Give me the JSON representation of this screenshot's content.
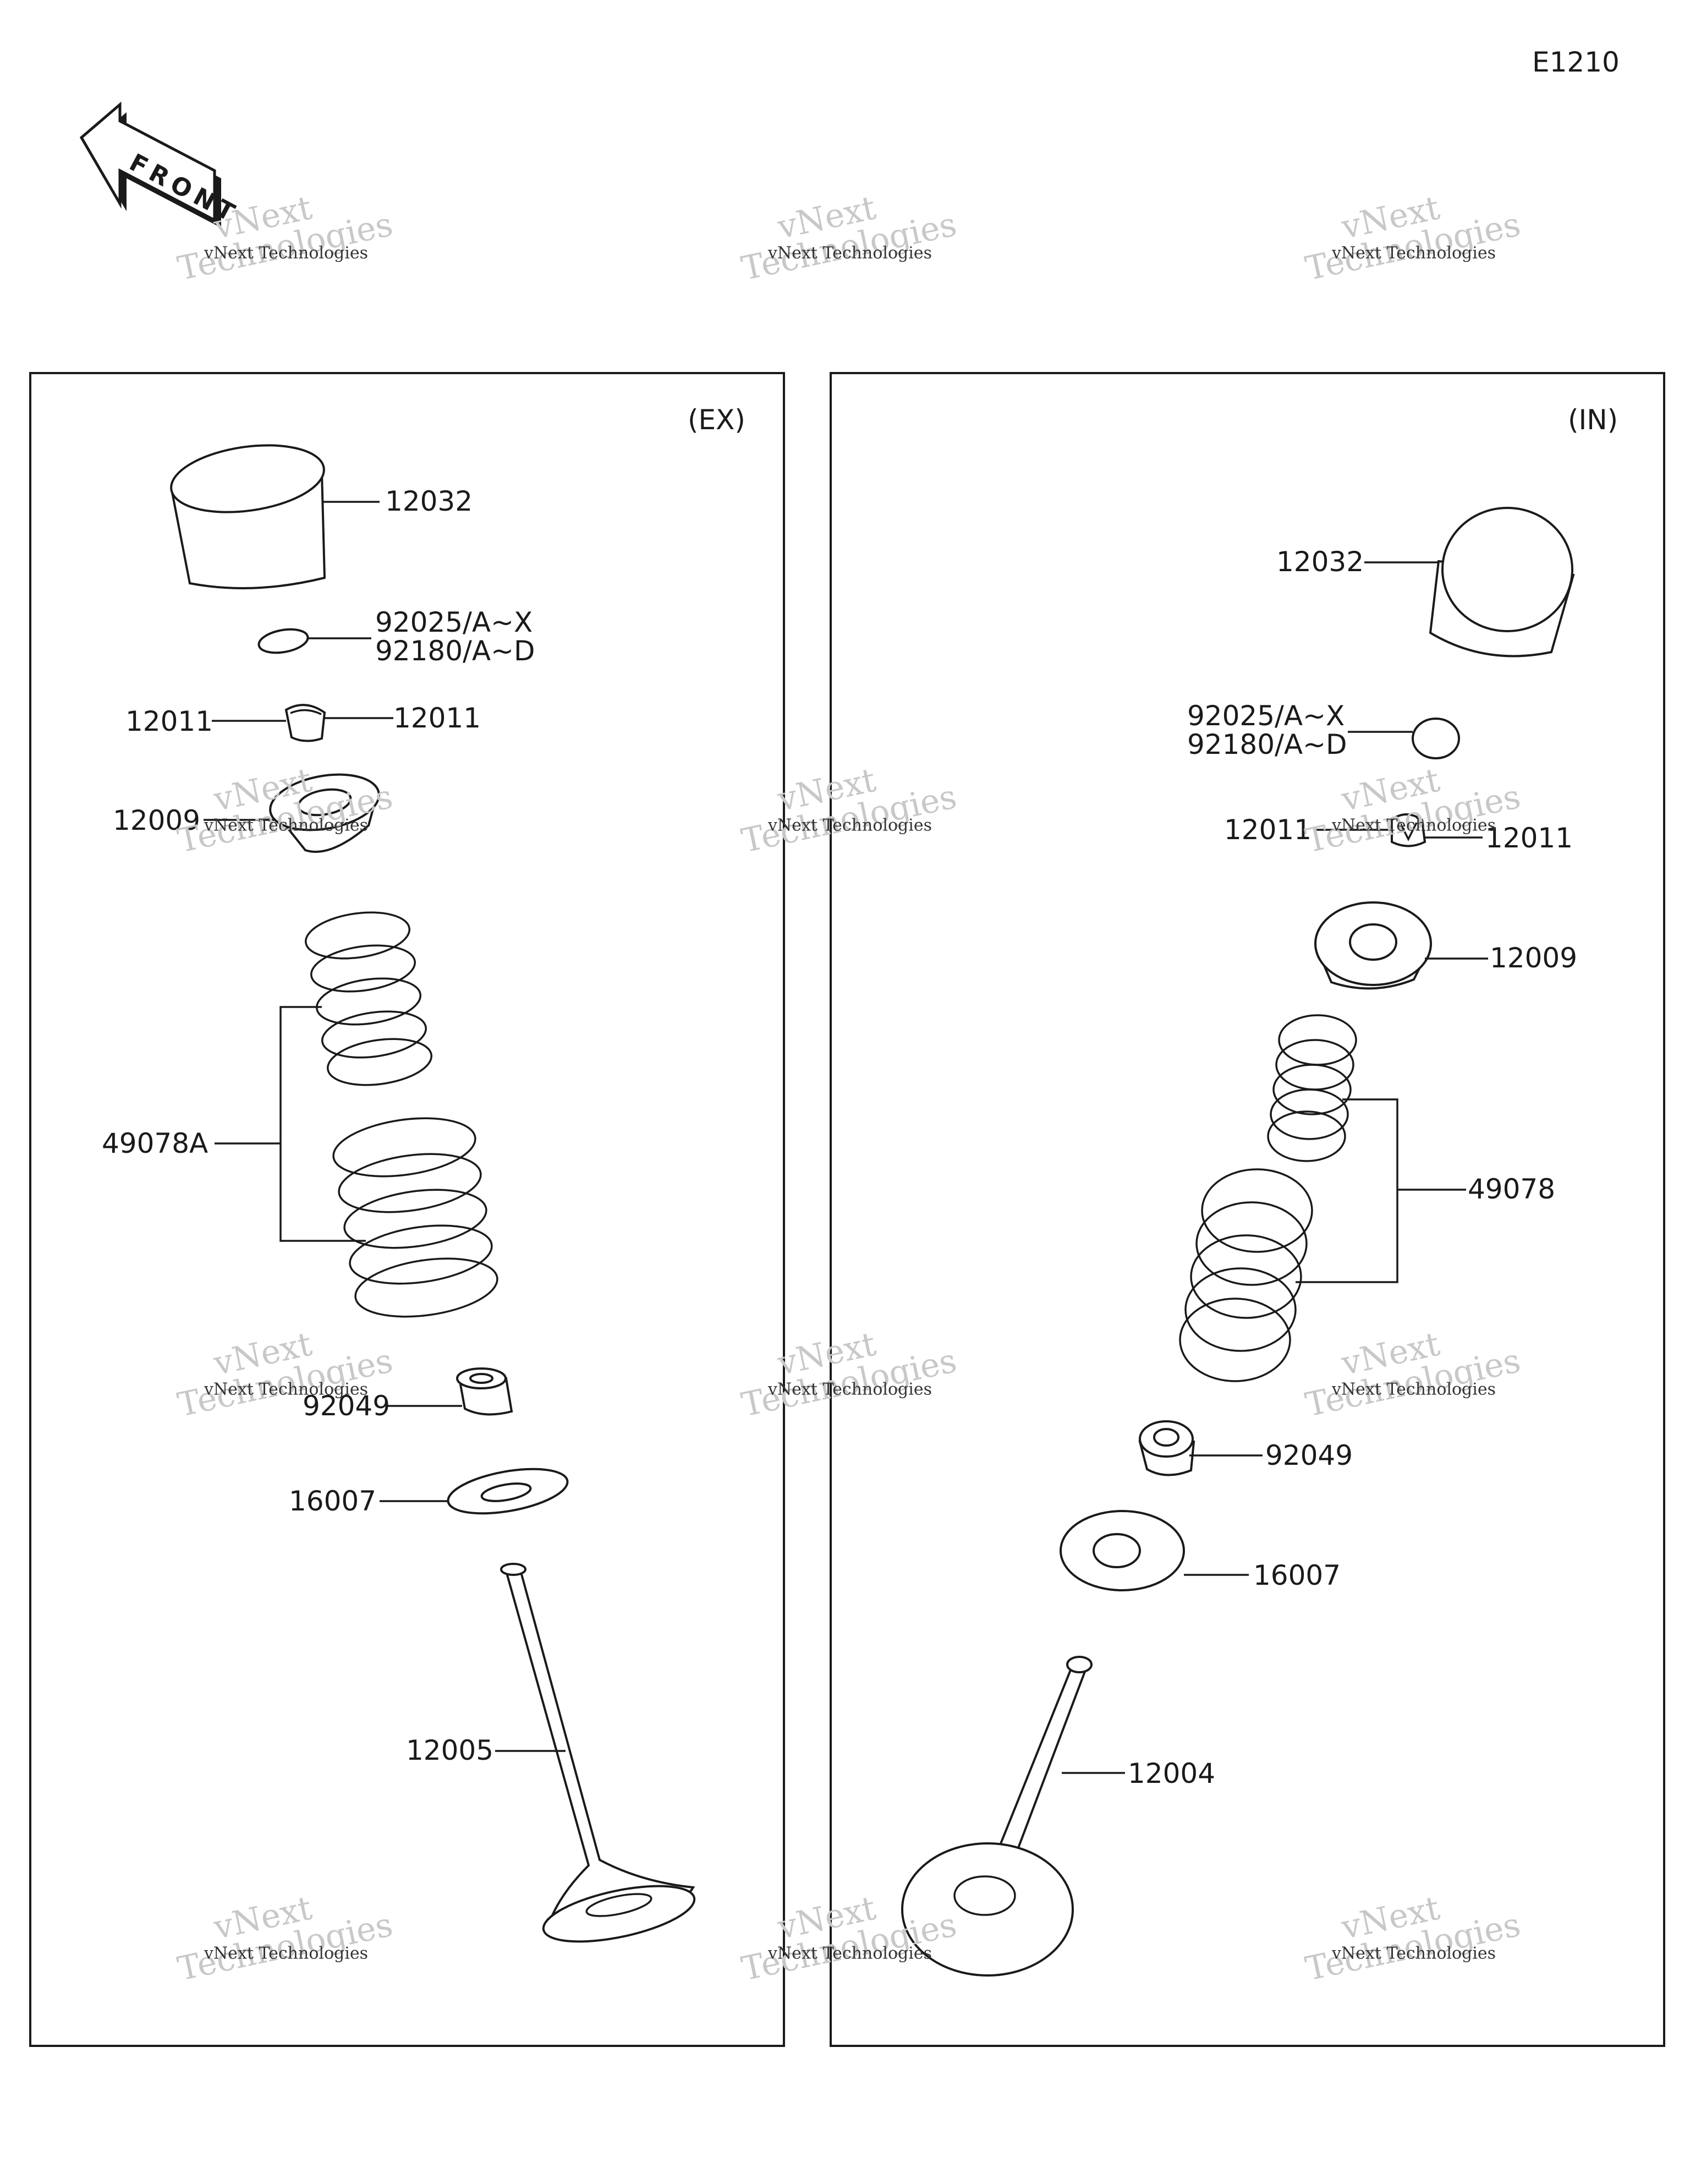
{
  "diagram_code": "E1210",
  "front_arrow_text": "FRONT",
  "panels": {
    "left_label": "(EX)",
    "right_label": "(IN)"
  },
  "left_parts": {
    "lifter": "12032",
    "shim_a": "92025/A~X",
    "shim_b": "92180/A~D",
    "cotter_left": "12011",
    "cotter_right": "12011",
    "retainer": "12009",
    "spring": "49078A",
    "seal": "92049",
    "seat": "16007",
    "valve": "12005"
  },
  "right_parts": {
    "lifter": "12032",
    "shim_a": "92025/A~X",
    "shim_b": "92180/A~D",
    "cotter_left": "12011",
    "cotter_right": "12011",
    "retainer": "12009",
    "spring": "49078",
    "seal": "92049",
    "seat": "16007",
    "valve": "12004"
  },
  "watermark": {
    "line1": "vNext",
    "line2": "Technologies",
    "caption": "vNext Technologies"
  }
}
